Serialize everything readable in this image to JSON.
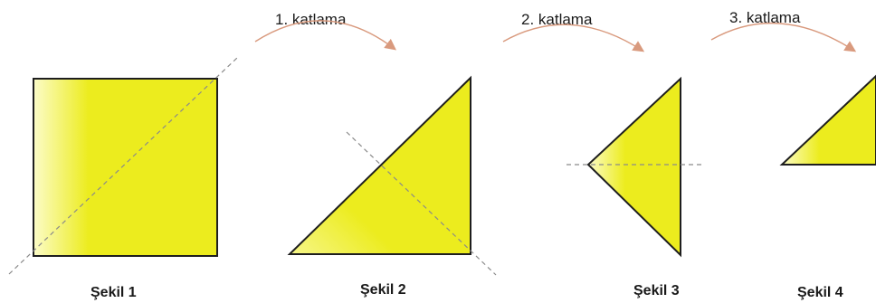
{
  "colors": {
    "paper": "#ecec1e",
    "paper_highlight": "#fcfcc8",
    "outline": "#1e1e1e",
    "fold_line": "#8a8a8a",
    "arrow": "#d99a7e"
  },
  "steps": [
    {
      "label": "1. katlama"
    },
    {
      "label": "2. katlama"
    },
    {
      "label": "3. katlama"
    }
  ],
  "figures": [
    {
      "label": "Şekil 1"
    },
    {
      "label": "Şekil 2"
    },
    {
      "label": "Şekil 3"
    },
    {
      "label": "Şekil 4"
    }
  ]
}
